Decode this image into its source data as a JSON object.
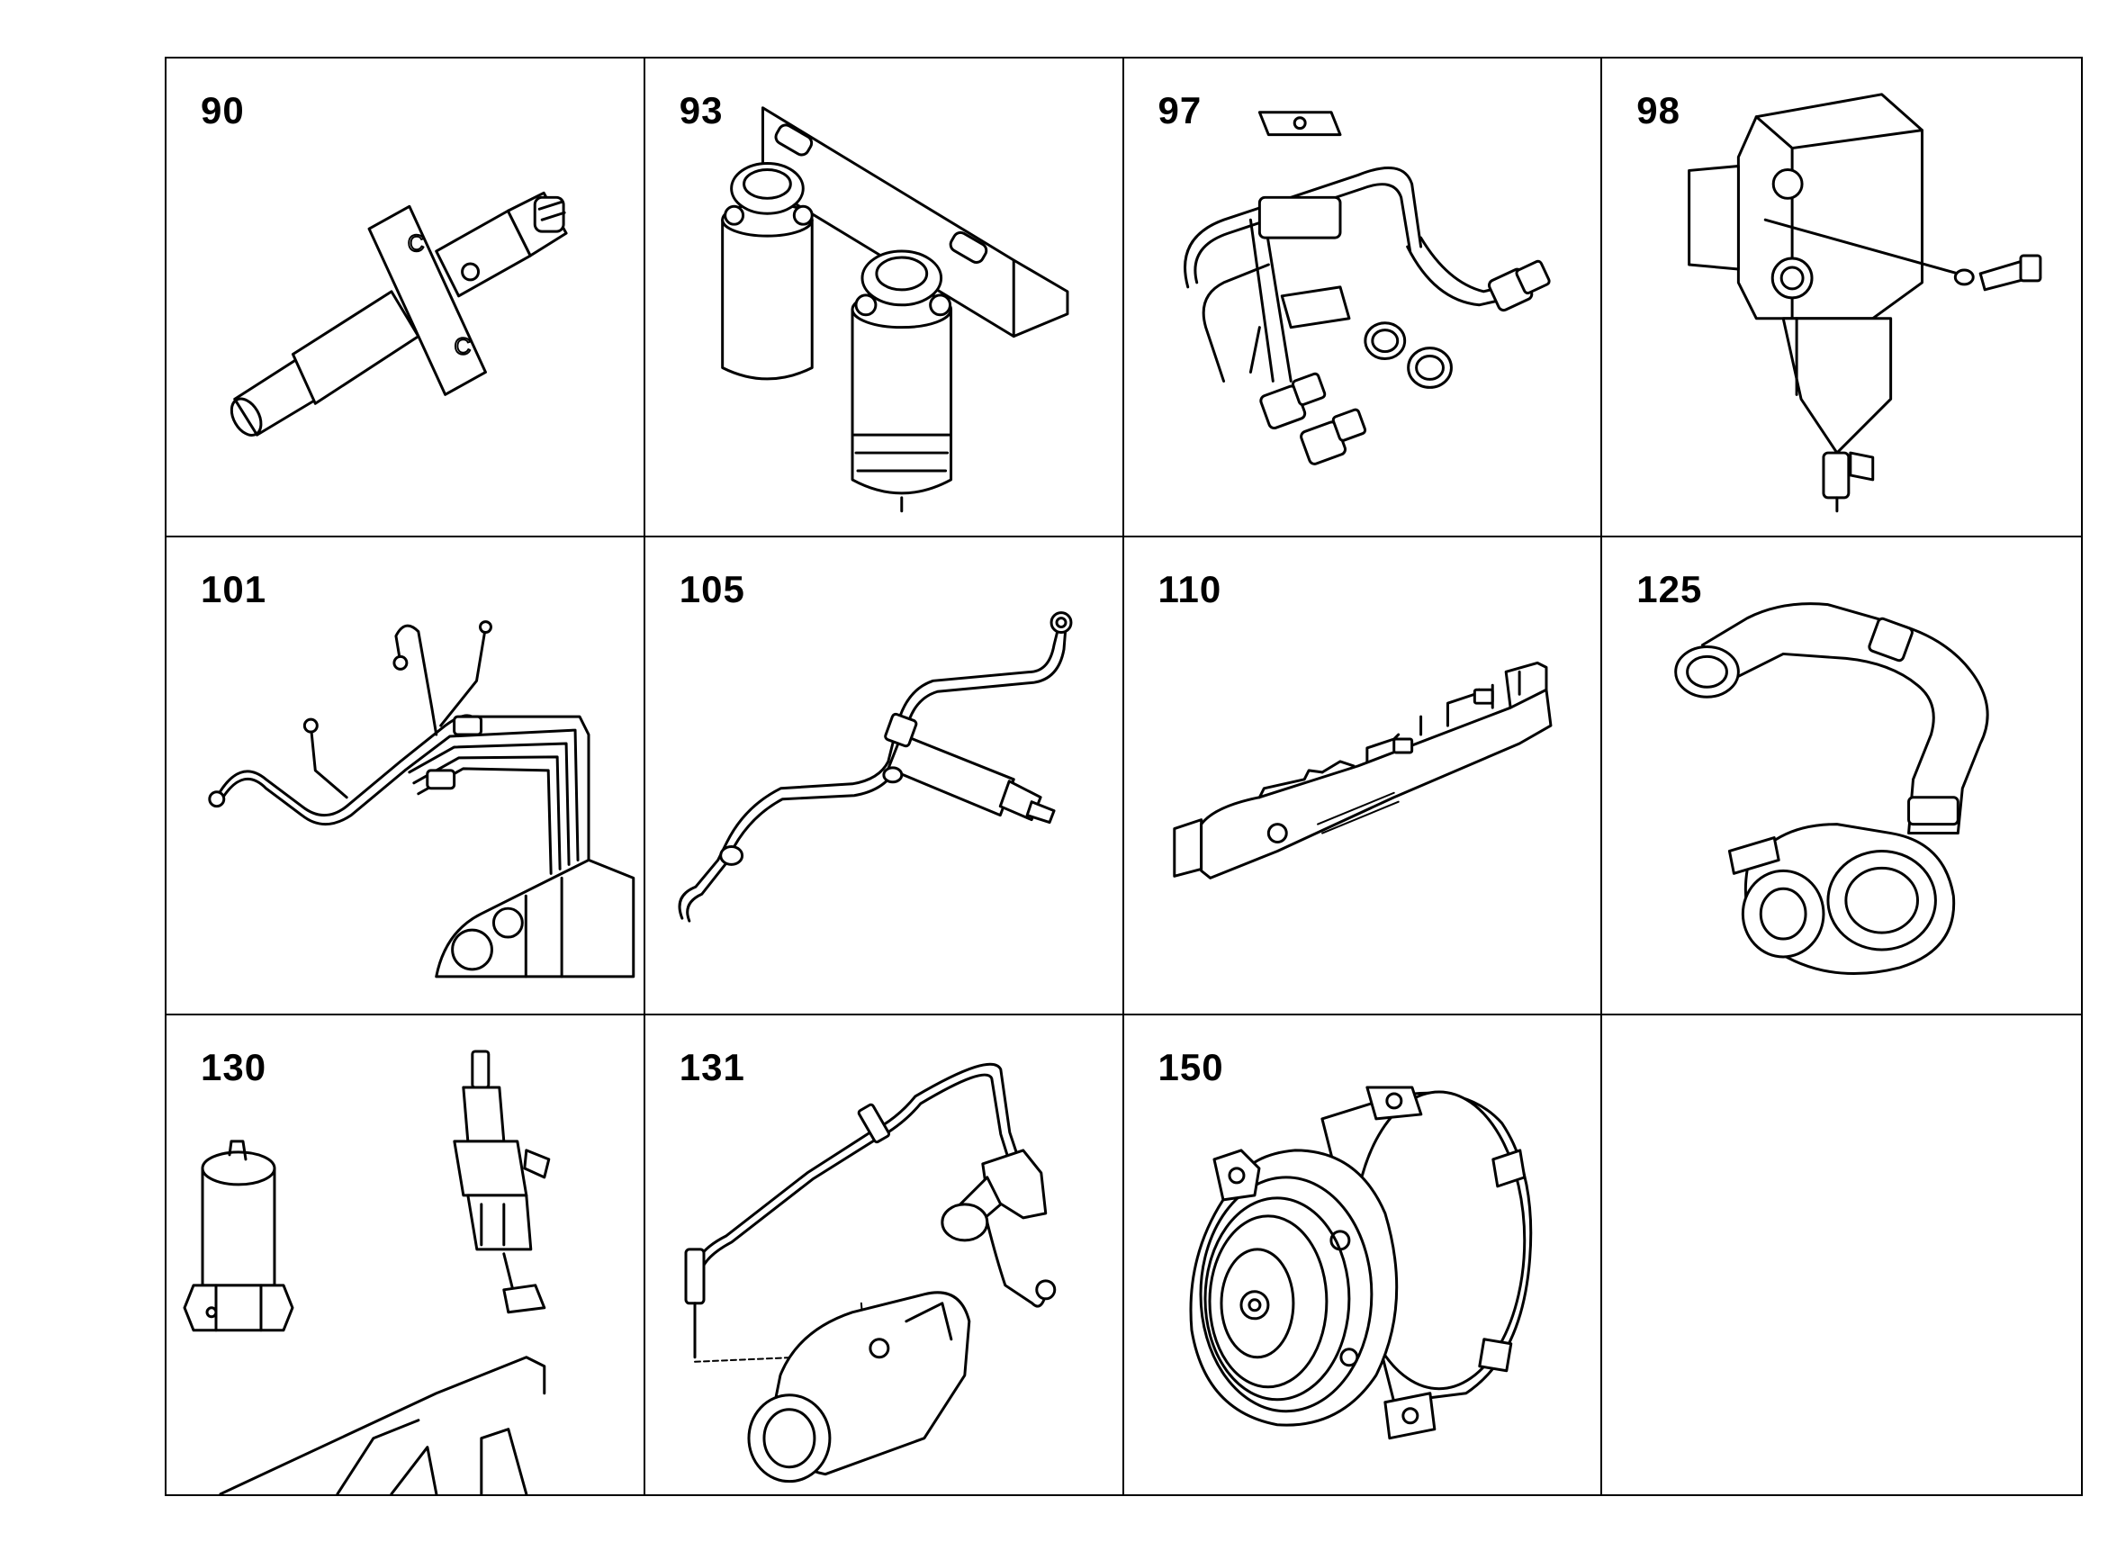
{
  "cells": [
    {
      "label": "90",
      "icon": "injector-nozzle-icon"
    },
    {
      "label": "93",
      "icon": "fuel-filter-pair-icon"
    },
    {
      "label": "97",
      "icon": "fuel-pipe-set-icon"
    },
    {
      "label": "98",
      "icon": "water-separator-icon"
    },
    {
      "label": "101",
      "icon": "injection-pipe-harness-icon"
    },
    {
      "label": "105",
      "icon": "injector-with-leak-off-pipe-icon"
    },
    {
      "label": "110",
      "icon": "exhaust-manifold-icon"
    },
    {
      "label": "125",
      "icon": "turbocharger-hose-icon"
    },
    {
      "label": "130",
      "icon": "sensor-and-glow-plug-icon"
    },
    {
      "label": "131",
      "icon": "cold-start-pipe-icon"
    },
    {
      "label": "150",
      "icon": "ac-compressor-icon"
    },
    {
      "label": "",
      "icon": "empty-cell"
    }
  ]
}
